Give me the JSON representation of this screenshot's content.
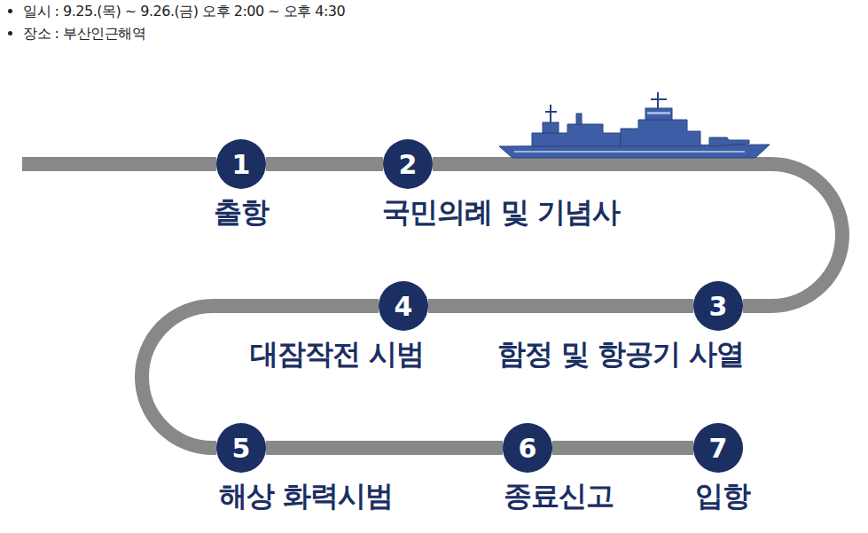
{
  "diagram": {
    "nodes": [
      {
        "text": [
          "1",
          "출항"
        ]
      },
      {
        "text": [
          "2",
          "국민의례 및 기념사"
        ]
      },
      {
        "text": [
          "3",
          "함정 및 항공기 사열"
        ]
      },
      {
        "text": [
          "4",
          "대잠작전 시범"
        ]
      },
      {
        "text": [
          "5",
          "해상 화력시범"
        ]
      },
      {
        "text": [
          "6",
          "종료신고"
        ]
      },
      {
        "text": [
          "7",
          "입항"
        ]
      }
    ],
    "edges": [
      {
        "from": 0,
        "to": 1,
        "arrow": "none"
      },
      {
        "from": 1,
        "to": 2,
        "arrow": "none"
      },
      {
        "from": 2,
        "to": 3,
        "arrow": "none"
      },
      {
        "from": 3,
        "to": 4,
        "arrow": "none"
      },
      {
        "from": 4,
        "to": 5,
        "arrow": "none"
      },
      {
        "from": 5,
        "to": 6,
        "arrow": "none"
      }
    ],
    "labels": [
      "일시 : 9.25.(목) ~ 9.26.(금) 오후 2:00 ~ 오후 4:30",
      "장소 : 부산인근해역"
    ]
  }
}
